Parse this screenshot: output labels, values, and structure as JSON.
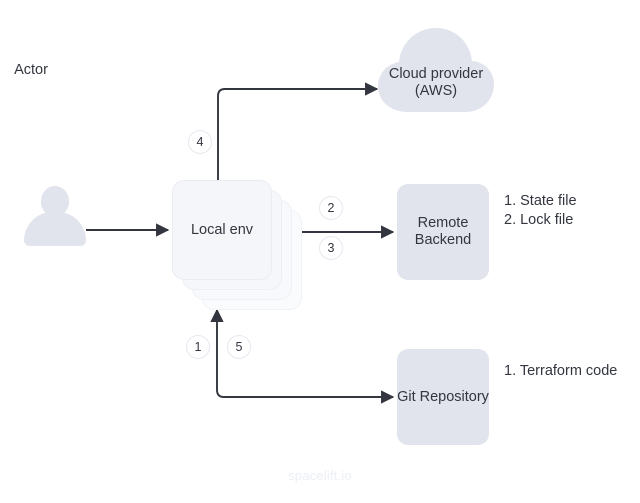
{
  "diagram": {
    "watermark": "spacelift.io",
    "colors": {
      "node_fill": "#e1e4ec",
      "card_fill": "#f5f6fa",
      "text": "#33363f",
      "stroke": "#33363f",
      "badge_border": "#e7e8f0",
      "background": "#ffffff",
      "watermark": "#eceef6"
    },
    "nodes": {
      "actor": {
        "label": "Actor",
        "shape": "person-icon"
      },
      "local_env": {
        "label": "Local env",
        "shape": "stacked-cards",
        "stack_count": 4
      },
      "cloud_provider": {
        "label": "Cloud provider\n(AWS)",
        "line1": "Cloud provider",
        "line2": "(AWS)",
        "shape": "cloud"
      },
      "remote_backend": {
        "label": "Remote\nBackend",
        "line1": "Remote",
        "line2": "Backend",
        "shape": "rounded-rect"
      },
      "git_repository": {
        "label": "Git Repository",
        "shape": "rounded-rect"
      }
    },
    "notes": {
      "backend": "1. State file\n2. Lock file",
      "git": "1. Terraform code"
    },
    "badges": [
      {
        "id": "1",
        "label": "1"
      },
      {
        "id": "2",
        "label": "2"
      },
      {
        "id": "3",
        "label": "3"
      },
      {
        "id": "4",
        "label": "4"
      },
      {
        "id": "5",
        "label": "5"
      }
    ],
    "edges": [
      {
        "from": "actor",
        "to": "local_env",
        "direction": "forward"
      },
      {
        "from": "local_env",
        "to": "remote_backend",
        "direction": "both",
        "steps": [
          "2",
          "3"
        ]
      },
      {
        "from": "local_env",
        "to": "cloud_provider",
        "direction": "forward",
        "steps": [
          "4"
        ]
      },
      {
        "from": "git_repository",
        "to": "local_env",
        "direction": "forward",
        "steps": [
          "1",
          "5"
        ]
      }
    ]
  }
}
